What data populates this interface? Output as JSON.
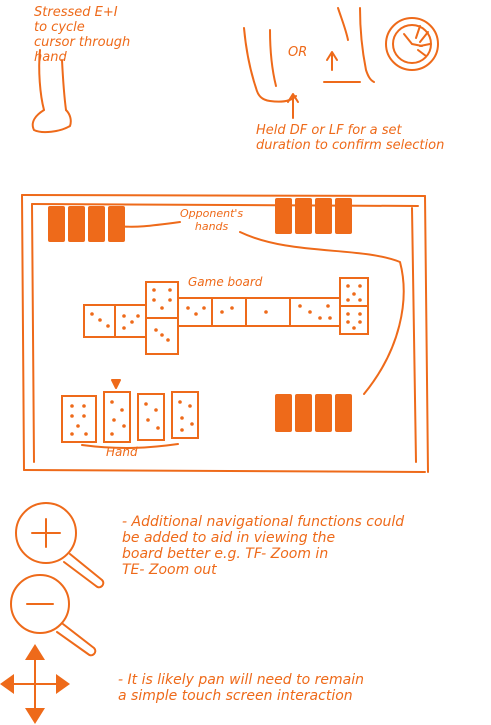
{
  "colors": {
    "ink": "#ee6a1a",
    "paper": "#ffffff"
  },
  "top": {
    "stressed_note": "Stressed E+I\nto cycle\ncursor through\nhand",
    "or_label": "OR",
    "held_note": "Held DF or LF for a set\nduration to confirm selection"
  },
  "sketch": {
    "opponents_label": "Opponent's\nhands",
    "board_label": "Game board",
    "hand_label": "Hand"
  },
  "zoom": {
    "zoom_in_icon": "zoom-in-icon",
    "zoom_out_icon": "zoom-out-icon",
    "note": "- Additional navigational functions could\nbe added to aid in viewing the\nboard better e.g. TF- Zoom in\nTE- Zoom out"
  },
  "pan": {
    "icon": "move-arrows-icon",
    "note": "- It is likely pan will need to remain\na simple touch screen interaction"
  }
}
